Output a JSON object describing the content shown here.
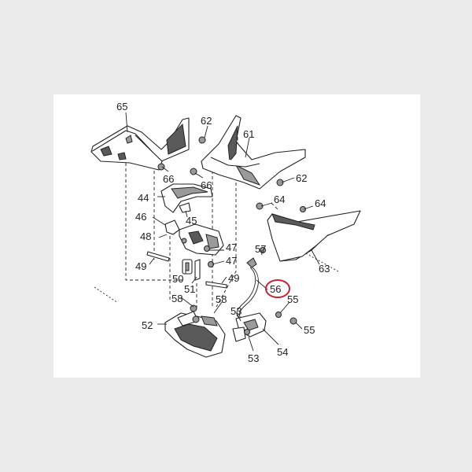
{
  "diagram": {
    "highlight_color": "#c0262d",
    "callouts": [
      {
        "id": "65",
        "text": "65"
      },
      {
        "id": "62a",
        "text": "62"
      },
      {
        "id": "61",
        "text": "61"
      },
      {
        "id": "66a",
        "text": "66"
      },
      {
        "id": "66b",
        "text": "66"
      },
      {
        "id": "62b",
        "text": "62"
      },
      {
        "id": "44",
        "text": "44"
      },
      {
        "id": "64a",
        "text": "64"
      },
      {
        "id": "64b",
        "text": "64"
      },
      {
        "id": "45",
        "text": "45"
      },
      {
        "id": "46",
        "text": "46"
      },
      {
        "id": "48",
        "text": "48"
      },
      {
        "id": "47a",
        "text": "47"
      },
      {
        "id": "57",
        "text": "57"
      },
      {
        "id": "47b",
        "text": "47"
      },
      {
        "id": "49a",
        "text": "49"
      },
      {
        "id": "63",
        "text": "63"
      },
      {
        "id": "50",
        "text": "50"
      },
      {
        "id": "49b",
        "text": "49"
      },
      {
        "id": "56",
        "text": "56",
        "highlighted": true
      },
      {
        "id": "51",
        "text": "51"
      },
      {
        "id": "55a",
        "text": "55"
      },
      {
        "id": "58a",
        "text": "58"
      },
      {
        "id": "58b",
        "text": "58"
      },
      {
        "id": "53a",
        "text": "53"
      },
      {
        "id": "52",
        "text": "52"
      },
      {
        "id": "55b",
        "text": "55"
      },
      {
        "id": "54",
        "text": "54"
      },
      {
        "id": "53b",
        "text": "53"
      }
    ]
  }
}
